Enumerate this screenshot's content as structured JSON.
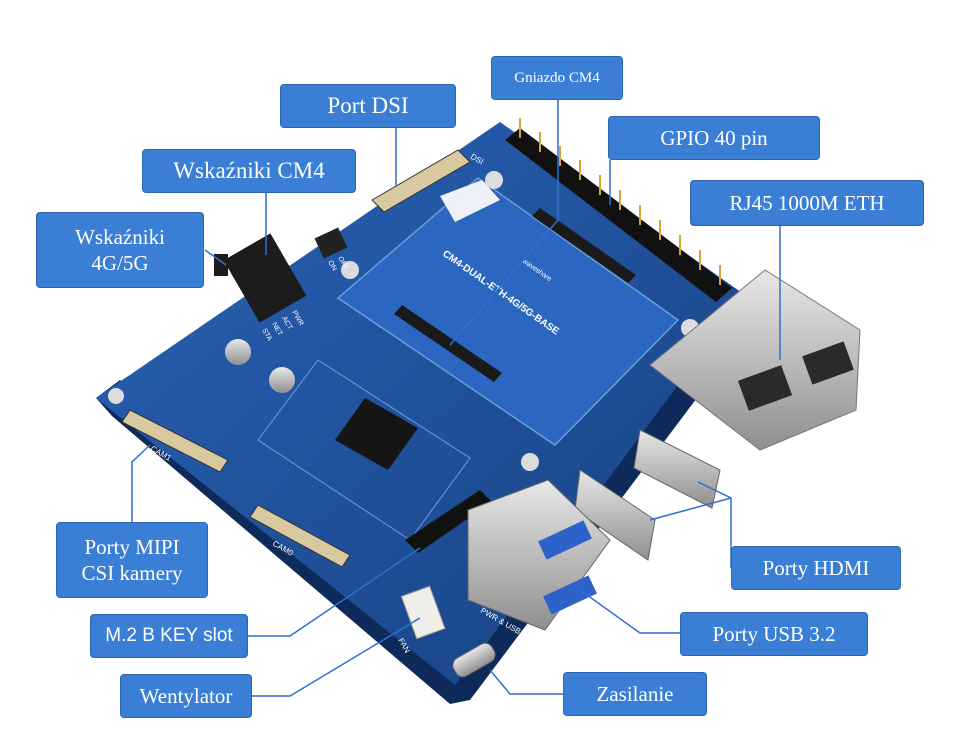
{
  "labels": {
    "gniazdo_cm4": "Gniazdo CM4",
    "port_dsi": "Port DSI",
    "gpio": "GPIO 40 pin",
    "wskazniki_cm4": "Wskaźniki CM4",
    "rj45": "RJ45 1000M ETH",
    "wskazniki_4g5g": "Wskaźniki\n4G/5G",
    "porty_mipi": "Porty MIPI\nCSI kamery",
    "porty_hdmi": "Porty HDMI",
    "m2_slot": "M.2 B KEY slot",
    "porty_usb": "Porty USB 3.2",
    "wentylator": "Wentylator",
    "zasilanie": "Zasilanie"
  },
  "board": {
    "model": "CM4-DUAL-ETH-4G/5G-BASE",
    "brand": "waveshare",
    "silk": {
      "dsi": "DSI",
      "cam0": "CAM0",
      "cam1": "CAM1",
      "fan": "FAN",
      "pwr_usb": "PWR & USB",
      "act": "ACT",
      "pwr": "PWR",
      "sta": "STA",
      "net": "NET",
      "on": "ON",
      "off": "OFF"
    }
  },
  "colors": {
    "label_bg": "#3a7fd5",
    "board": "#1f4f9c",
    "line": "#2f6fd0"
  }
}
